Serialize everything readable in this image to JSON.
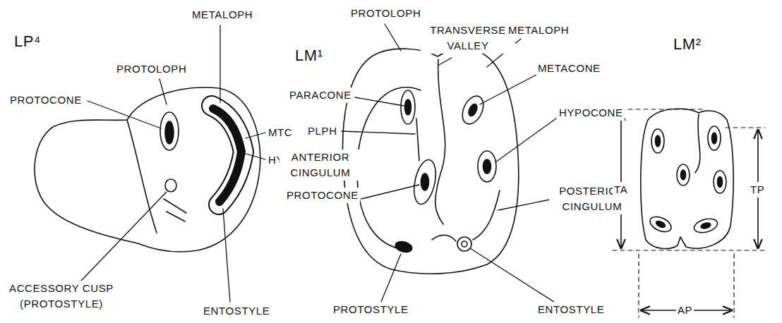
{
  "diagram": {
    "labels": [
      "LP⁴",
      "PROTOLOPH",
      "METALOPH",
      "PROTOCONE",
      "MTC",
      "HYC",
      "ACCESSORY CUSP (PROTOSTYLE)",
      "ENTOSTYLE",
      "LM¹",
      "PROTOLOPH",
      "TRANSVERSE VALLEY",
      "METALOPH",
      "PARACONE",
      "METACONE",
      "PLPH",
      "HYPOCONE",
      "ANTERIOR CINGULUM",
      "PROTOCONE",
      "POSTERIOR CINGULUM",
      "PROTOSTYLE",
      "ENTOSTYLE",
      "LM²",
      "TA",
      "TP",
      "AP"
    ]
  }
}
